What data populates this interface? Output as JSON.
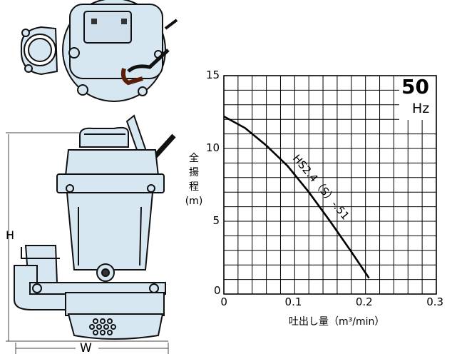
{
  "dimensions": {
    "height_label": "H",
    "width_label": "W"
  },
  "chart_data": {
    "type": "line",
    "x_ticks": [
      "0",
      "0.1",
      "0.2",
      "0.3"
    ],
    "y_ticks": [
      "0",
      "5",
      "10",
      "15"
    ],
    "xlim": [
      0,
      0.3
    ],
    "ylim": [
      0,
      15
    ],
    "grid": true,
    "xlabel": "吐出し量（m³/min）",
    "ylabel_chars": [
      "全",
      "揚",
      "程",
      "(m)"
    ],
    "frequency": {
      "value": "50",
      "unit": "Hz"
    },
    "series": [
      {
        "name": "HS2.4（S）-.51",
        "x": [
          0,
          0.03,
          0.06,
          0.09,
          0.12,
          0.15,
          0.18,
          0.205
        ],
        "y": [
          12.2,
          11.4,
          10.2,
          8.8,
          7.0,
          5.0,
          2.9,
          1.1
        ]
      }
    ]
  }
}
